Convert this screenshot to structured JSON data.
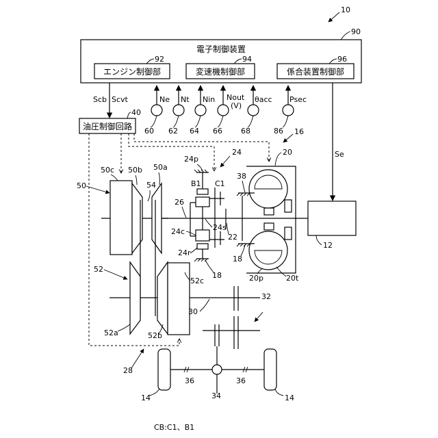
{
  "figure_number": "10",
  "ecu": {
    "ref": "90",
    "title": "電子制御装置",
    "blocks": [
      {
        "ref": "92",
        "label": "エンジン制御部"
      },
      {
        "ref": "94",
        "label": "変速機制御部"
      },
      {
        "ref": "96",
        "label": "係合装置制御部"
      }
    ]
  },
  "output_signals": {
    "scb": "Scb",
    "scvt": "Scvt",
    "se": "Se"
  },
  "sensors": [
    {
      "signal": "Ne",
      "ref": "60"
    },
    {
      "signal": "Nt",
      "ref": "62"
    },
    {
      "signal": "Nin",
      "ref": "64"
    },
    {
      "signal": "Nout",
      "signal2": "(V)",
      "ref": "66"
    },
    {
      "signal": "θacc",
      "ref": "68"
    },
    {
      "signal": "Psec",
      "ref": "86"
    }
  ],
  "hydraulic_circuit": {
    "ref": "40",
    "label": "油圧制御回路"
  },
  "refs": {
    "transmission": "16",
    "torque_converter": "20",
    "engine": "12",
    "planetary": "24",
    "ring_gear_p": "24p",
    "brake": "B1",
    "clutch": "C1",
    "oil_pump": "38",
    "shaft_26": "26",
    "carrier": "24c",
    "sun": "24s",
    "shaft_22": "22",
    "ring": "24r",
    "case_1": "18",
    "case_2": "18",
    "pump_impeller": "20p",
    "turbine": "20t",
    "primary_pulley": "50",
    "primary_fixed": "50a",
    "primary_movable": "50b",
    "primary_cylinder": "50c",
    "belt": "54",
    "secondary_pulley": "52",
    "secondary_fixed": "52a",
    "secondary_movable": "52b",
    "secondary_cylinder": "52c",
    "output_shaft": "30",
    "gear_mechanism": "32",
    "differential": "34",
    "axles_1": "36",
    "axles_2": "36",
    "drive_wheels_1": "14",
    "drive_wheels_2": "14",
    "power_path": "28"
  },
  "footnote": "CB:C1、B1"
}
